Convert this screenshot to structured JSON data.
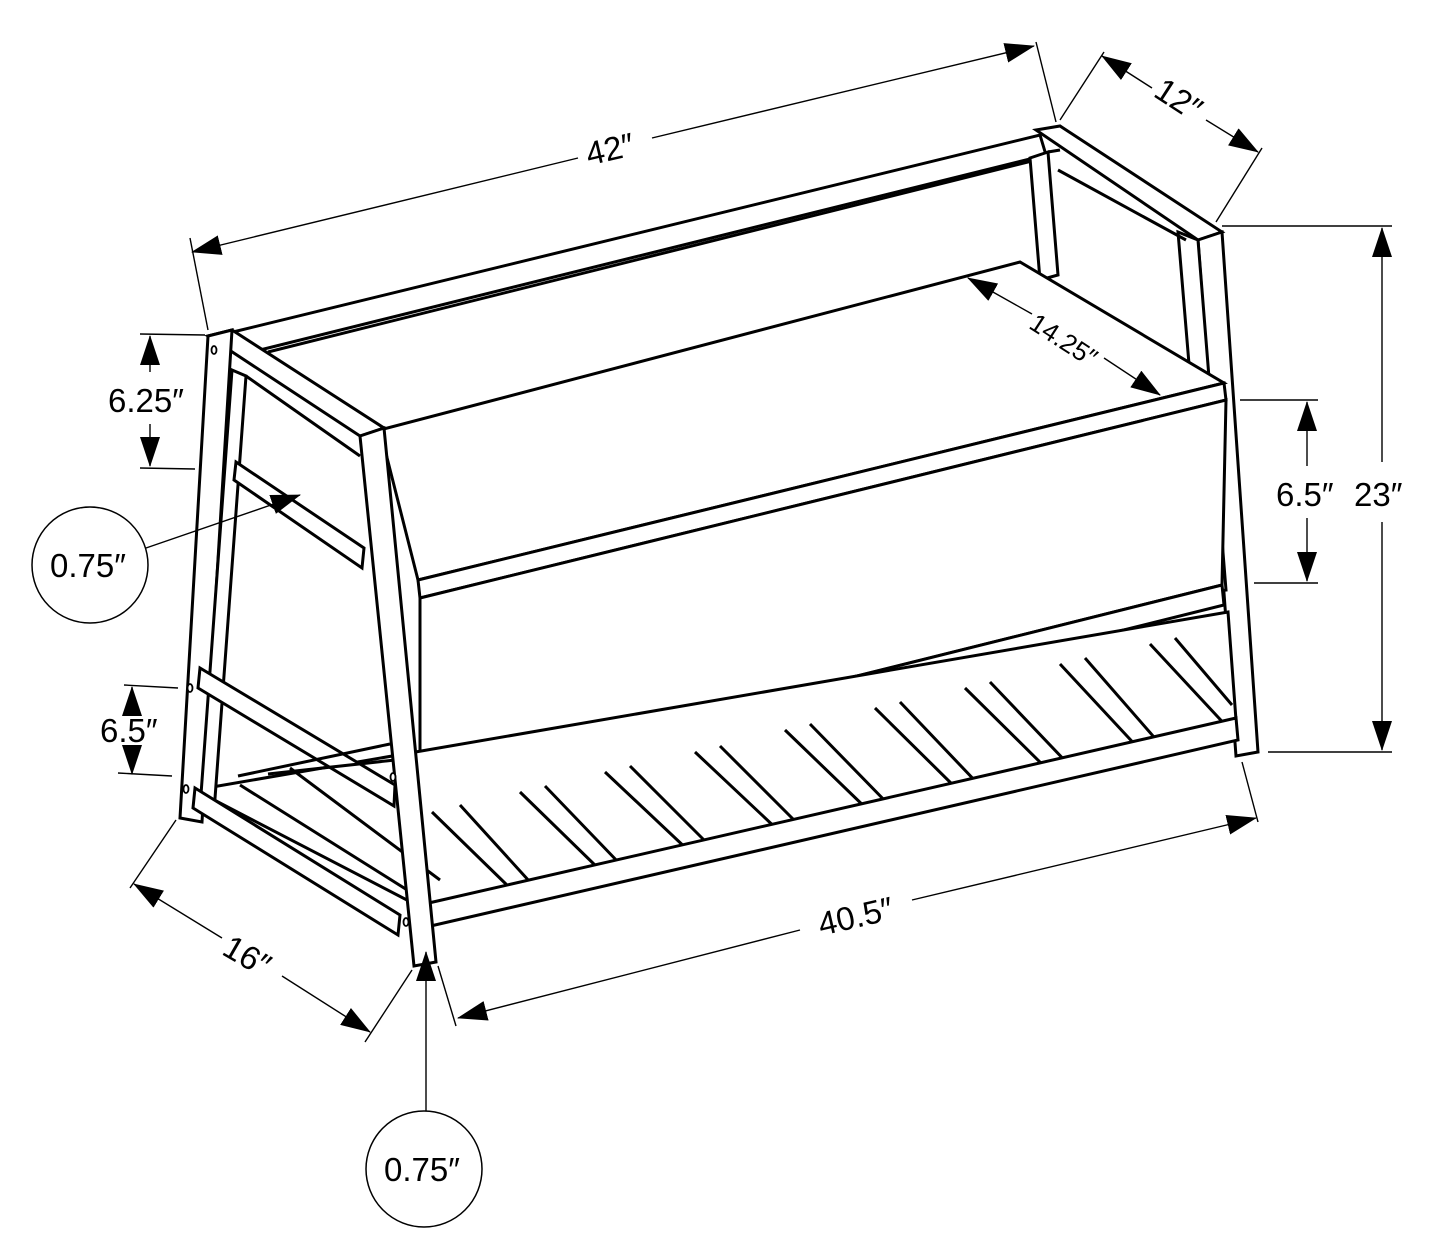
{
  "figure": {
    "subject": "storage bench with lift-top and slatted bottom shelf",
    "line_color": "#000000",
    "background": "#ffffff"
  },
  "dimensions": {
    "overall_length": "42″",
    "overall_depth": "12″",
    "overall_height": "23″",
    "storage_box_depth": "14.25″",
    "storage_box_height": "6.5″",
    "upper_frame_gap": "6.25″",
    "lower_shelf_gap": "6.5″",
    "base_depth": "16″",
    "shelf_length": "40.5″"
  },
  "callouts": {
    "frame_thickness_side": "0.75″",
    "leg_thickness_bottom": "0.75″"
  }
}
